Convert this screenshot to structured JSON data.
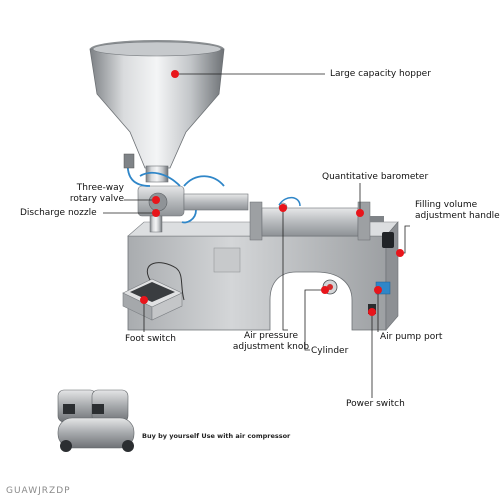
{
  "labels": {
    "hopper": "Large capacity hopper",
    "three_way_1": "Three-way",
    "three_way_2": "rotary valve",
    "discharge": "Discharge nozzle",
    "barometer": "Quantitative barometer",
    "filling_1": "Filling volume",
    "filling_2": "adjustment handle",
    "foot_switch": "Foot switch",
    "air_knob_1": "Air pressure",
    "air_knob_2": "adjustment knob",
    "cylinder": "Cylinder",
    "air_port": "Air pump port",
    "power_switch": "Power switch"
  },
  "caption": "Buy by yourself Use with air compressor",
  "watermark": "GUAWJRZDP",
  "colors": {
    "marker_red": "#e8151b",
    "steel": "#b9bcbf",
    "tube_blue": "#2f86c8",
    "callout_line": "#222222"
  }
}
